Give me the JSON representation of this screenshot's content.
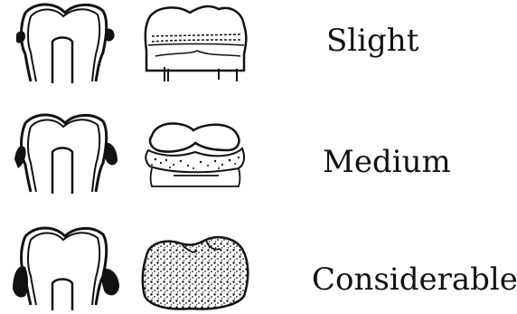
{
  "rows": [
    {
      "label": "Slight",
      "level": 1
    },
    {
      "label": "Medium",
      "level": 2
    },
    {
      "label": "Considerable",
      "level": 3
    }
  ],
  "colors": {
    "ink": "#111111",
    "paper": "#ffffff"
  }
}
